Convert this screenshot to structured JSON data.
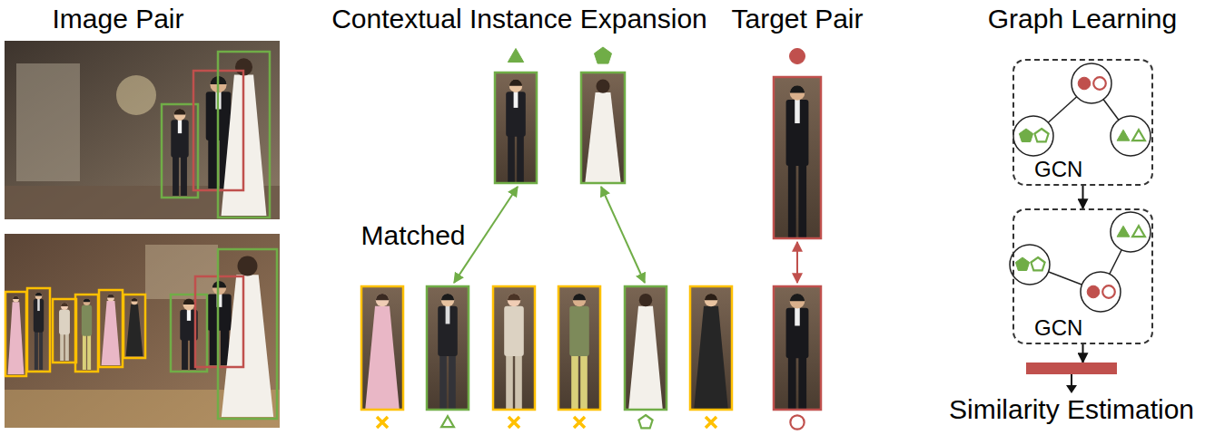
{
  "diagram": {
    "nodes": [
      {
        "text": [
          "GCN"
        ]
      },
      {
        "text": [
          "GCN"
        ]
      },
      {
        "text": [
          "Similarity Estimation"
        ]
      }
    ],
    "edges": [
      {
        "from": 0,
        "to": 1,
        "arrow": "to"
      },
      {
        "from": 1,
        "to": 2,
        "arrow": "to"
      }
    ],
    "labels": [
      "Image Pair",
      "Contextual Instance Expansion",
      "Target Pair",
      "Graph Learning",
      "Matched"
    ]
  }
}
